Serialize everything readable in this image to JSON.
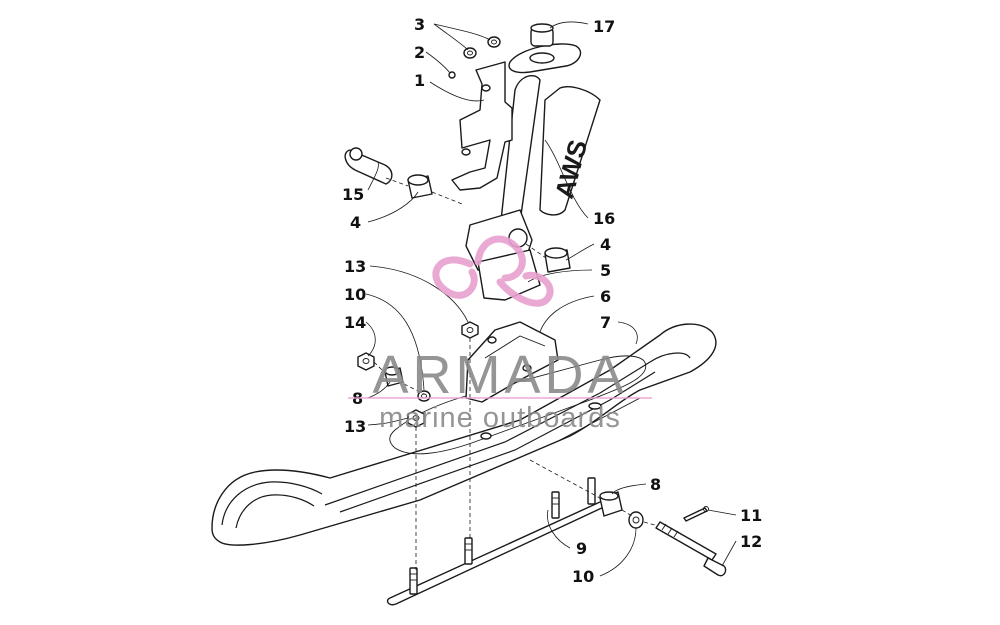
{
  "decal_text": "AWS",
  "callouts": {
    "c17": "17",
    "c3": "3",
    "c2": "2",
    "c1": "1",
    "c15": "15",
    "c4a": "4",
    "c16": "16",
    "c4b": "4",
    "c13a": "13",
    "c5": "5",
    "c10a": "10",
    "c6": "6",
    "c14": "14",
    "c7": "7",
    "c8a": "8",
    "c13b": "13",
    "c8b": "8",
    "c11": "11",
    "c9": "9",
    "c12": "12",
    "c10b": "10"
  },
  "watermark": {
    "brand": "ARMADA",
    "tagline": "marine outboards",
    "logo_color": "#e8a0cf",
    "text_color": "#8a8a8a"
  },
  "colors": {
    "line": "#1a1a1a",
    "background": "#ffffff"
  }
}
